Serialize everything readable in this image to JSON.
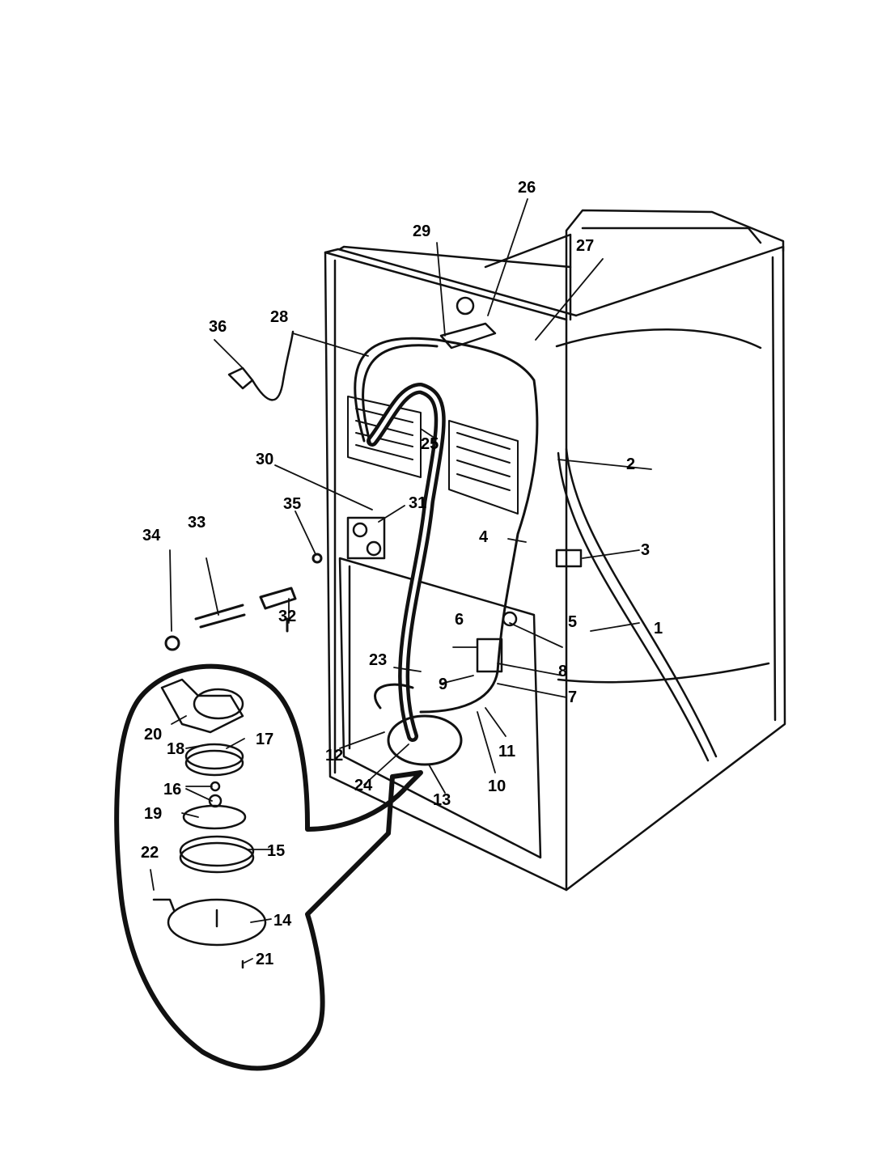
{
  "diagram": {
    "type": "exploded-parts-diagram",
    "subject": "washer rear view with drain pump assembly detail",
    "ink_color": "#111111",
    "background": "#ffffff",
    "part_labels": [
      {
        "id": "1",
        "text": "1"
      },
      {
        "id": "2",
        "text": "2"
      },
      {
        "id": "3",
        "text": "3"
      },
      {
        "id": "4",
        "text": "4"
      },
      {
        "id": "5",
        "text": "5"
      },
      {
        "id": "6",
        "text": "6"
      },
      {
        "id": "7",
        "text": "7"
      },
      {
        "id": "8",
        "text": "8"
      },
      {
        "id": "9",
        "text": "9"
      },
      {
        "id": "10",
        "text": "10"
      },
      {
        "id": "11",
        "text": "11"
      },
      {
        "id": "12",
        "text": "12"
      },
      {
        "id": "13",
        "text": "13"
      },
      {
        "id": "14",
        "text": "14"
      },
      {
        "id": "15",
        "text": "15"
      },
      {
        "id": "16",
        "text": "16"
      },
      {
        "id": "17",
        "text": "17"
      },
      {
        "id": "18",
        "text": "18"
      },
      {
        "id": "19",
        "text": "19"
      },
      {
        "id": "20",
        "text": "20"
      },
      {
        "id": "21",
        "text": "21"
      },
      {
        "id": "22",
        "text": "22"
      },
      {
        "id": "23",
        "text": "23"
      },
      {
        "id": "24",
        "text": "24"
      },
      {
        "id": "25",
        "text": "25"
      },
      {
        "id": "26",
        "text": "26"
      },
      {
        "id": "27",
        "text": "27"
      },
      {
        "id": "28",
        "text": "28"
      },
      {
        "id": "29",
        "text": "29"
      },
      {
        "id": "30",
        "text": "30"
      },
      {
        "id": "31",
        "text": "31"
      },
      {
        "id": "32",
        "text": "32"
      },
      {
        "id": "33",
        "text": "33"
      },
      {
        "id": "34",
        "text": "34"
      },
      {
        "id": "35",
        "text": "35"
      },
      {
        "id": "36",
        "text": "36"
      }
    ]
  }
}
